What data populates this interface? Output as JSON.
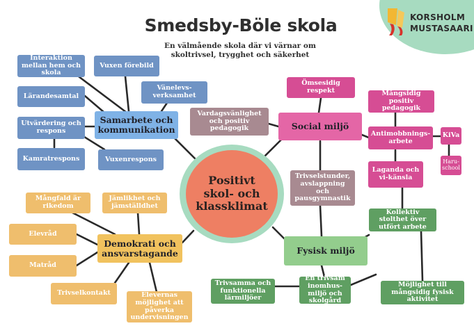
{
  "title": "Smedsby-Böle skola",
  "subtitle": "En välmående skola där vi värnar om skoltrivsel, trygghet och säkerhet",
  "logo": {
    "line1": "KORSHOLM",
    "line2": "MUSTASAARI",
    "colors": {
      "yellow": "#f2b733",
      "red": "#d8322a",
      "disc": "#a7dbc0"
    }
  },
  "center": {
    "label": "Positivt\nskol- och\nklassklimat",
    "color": "#ee7f63",
    "ring_color": "#a7dbc0"
  },
  "colors": {
    "hub_blue": "#7fb2e6",
    "leaf_blue": "#6f93c4",
    "hub_pink": "#e466a6",
    "leaf_pink": "#d64d94",
    "mauve": "#a88a91",
    "hub_green": "#93cd8d",
    "leaf_green": "#5f9f62",
    "hub_gold": "#f1c25e",
    "leaf_tan": "#efbe6d",
    "line": "#2a2a2a"
  },
  "samarbete": {
    "hub": "Samarbete och kommunikation",
    "items": {
      "interaktion": "Interaktion mellan hem och skola",
      "vuxen_forebild": "Vuxen förebild",
      "larandesamtal": "Lärandesamtal",
      "vanelevsverksamhet": "Vänelevs-verksamhet",
      "utvardering": "Utvärdering och respons",
      "kamratrespons": "Kamratrespons",
      "vuxenrespons": "Vuxenrespons"
    }
  },
  "social": {
    "hub": "Social miljö",
    "items": {
      "omsesidig": "Ömsesidig respekt",
      "vardagsvanlighet": "Vardagsvänlighet och positiv pedagogik",
      "mangsidig_pedagogik": "Mångsidig positiv pedagogik",
      "antimobbning": "Antimobbnings-arbete",
      "kiva": "KiVa",
      "haru": "Haru-school",
      "laganda": "Laganda och vi-känsla",
      "trivselstunder": "Trivselstunder, avslappning och pausgymnastik"
    }
  },
  "demokrati": {
    "hub": "Demokrati och ansvarstagande",
    "items": {
      "mangfald": "Mångfald är rikedom",
      "jamlikhet": "Jämlikhet och jämställdhet",
      "elevrad": "Elevråd",
      "matrad": "Matråd",
      "trivselkontakt": "Trivselkontakt",
      "elevernas": "Elevernas möjlighet att påverka undervisningen"
    }
  },
  "fysisk": {
    "hub": "Fysisk miljö",
    "items": {
      "kollektiv": "Kollektiv stolthet över utfört arbete",
      "trivsamma": "Trivsamma och funktionella lärmiljöer",
      "inomhus": "En trivsam inomhus-miljö och skolgård",
      "mojlighet": "Möjlighet till mångsidig fysisk aktivitet"
    }
  }
}
